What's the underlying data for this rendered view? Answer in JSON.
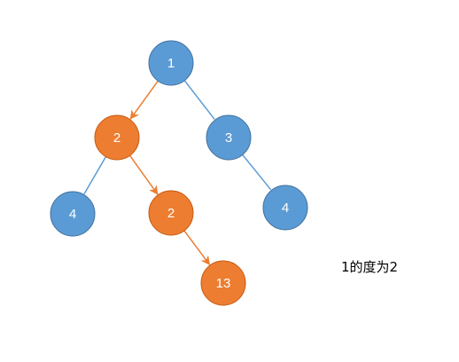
{
  "colors": {
    "blue_fill": "#5b9bd5",
    "blue_stroke": "#41719c",
    "orange_fill": "#ed7d31",
    "orange_stroke": "#c55a11",
    "blue_edge": "#5b9bd5",
    "orange_edge": "#ed7d31"
  },
  "nodes": [
    {
      "id": "n1",
      "label": "1",
      "color": "blue"
    },
    {
      "id": "n2",
      "label": "2",
      "color": "orange"
    },
    {
      "id": "n3",
      "label": "3",
      "color": "blue"
    },
    {
      "id": "n4a",
      "label": "4",
      "color": "blue"
    },
    {
      "id": "n2b",
      "label": "2",
      "color": "orange"
    },
    {
      "id": "n4b",
      "label": "4",
      "color": "blue"
    },
    {
      "id": "n13",
      "label": "13",
      "color": "orange"
    }
  ],
  "edges": [
    {
      "from": "n1",
      "to": "n2",
      "color": "orange",
      "arrow": true
    },
    {
      "from": "n1",
      "to": "n3",
      "color": "blue",
      "arrow": false
    },
    {
      "from": "n2",
      "to": "n4a",
      "color": "blue",
      "arrow": false
    },
    {
      "from": "n2",
      "to": "n2b",
      "color": "orange",
      "arrow": true
    },
    {
      "from": "n3",
      "to": "n4b",
      "color": "blue",
      "arrow": false
    },
    {
      "from": "n2b",
      "to": "n13",
      "color": "orange",
      "arrow": true
    }
  ],
  "caption": "1的度为2"
}
